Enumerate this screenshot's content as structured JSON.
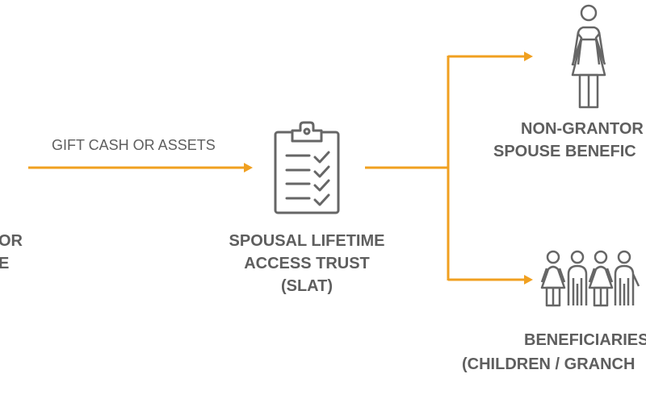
{
  "colors": {
    "arrow": "#f0a020",
    "text": "#5e5e5e",
    "icon": "#666666"
  },
  "left_node": {
    "line1": "OR",
    "line2": "E"
  },
  "gift_label": "GIFT CASH OR ASSETS",
  "trust": {
    "icon": "clipboard-checklist-icon",
    "line1": "SPOUSAL LIFETIME",
    "line2": "ACCESS TRUST",
    "line3": "(SLAT)"
  },
  "spouse": {
    "icon": "woman-icon",
    "line1": "NON-GRANTOR",
    "line2": "SPOUSE BENEFIC"
  },
  "children": {
    "icon": "group-of-children-icon",
    "line1": "BENEFICIARIES",
    "line2": "(CHILDREN / GRANCH"
  }
}
